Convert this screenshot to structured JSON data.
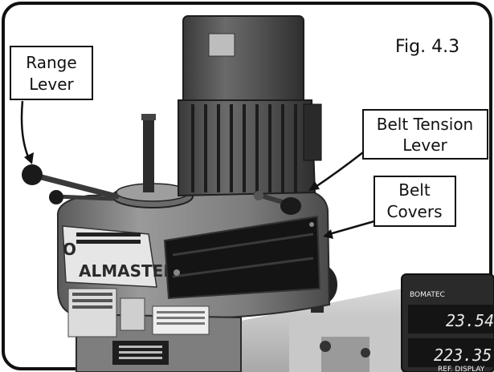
{
  "figure": {
    "title": "Fig. 4.3"
  },
  "callouts": {
    "range_lever": {
      "line1": "Range",
      "line2": "Lever"
    },
    "belt_tension_lever": {
      "line1": "Belt Tension",
      "line2": "Lever"
    },
    "belt_covers": {
      "line1": "Belt",
      "line2": "Covers"
    }
  },
  "machine": {
    "brand_plate": "ALMASTER",
    "brand_fragment": "O",
    "dro_brand": "BOMATEC",
    "dro_reading_1": "23.54",
    "dro_reading_2": "223.35",
    "dro_caption": "REF. DISPLAY"
  }
}
